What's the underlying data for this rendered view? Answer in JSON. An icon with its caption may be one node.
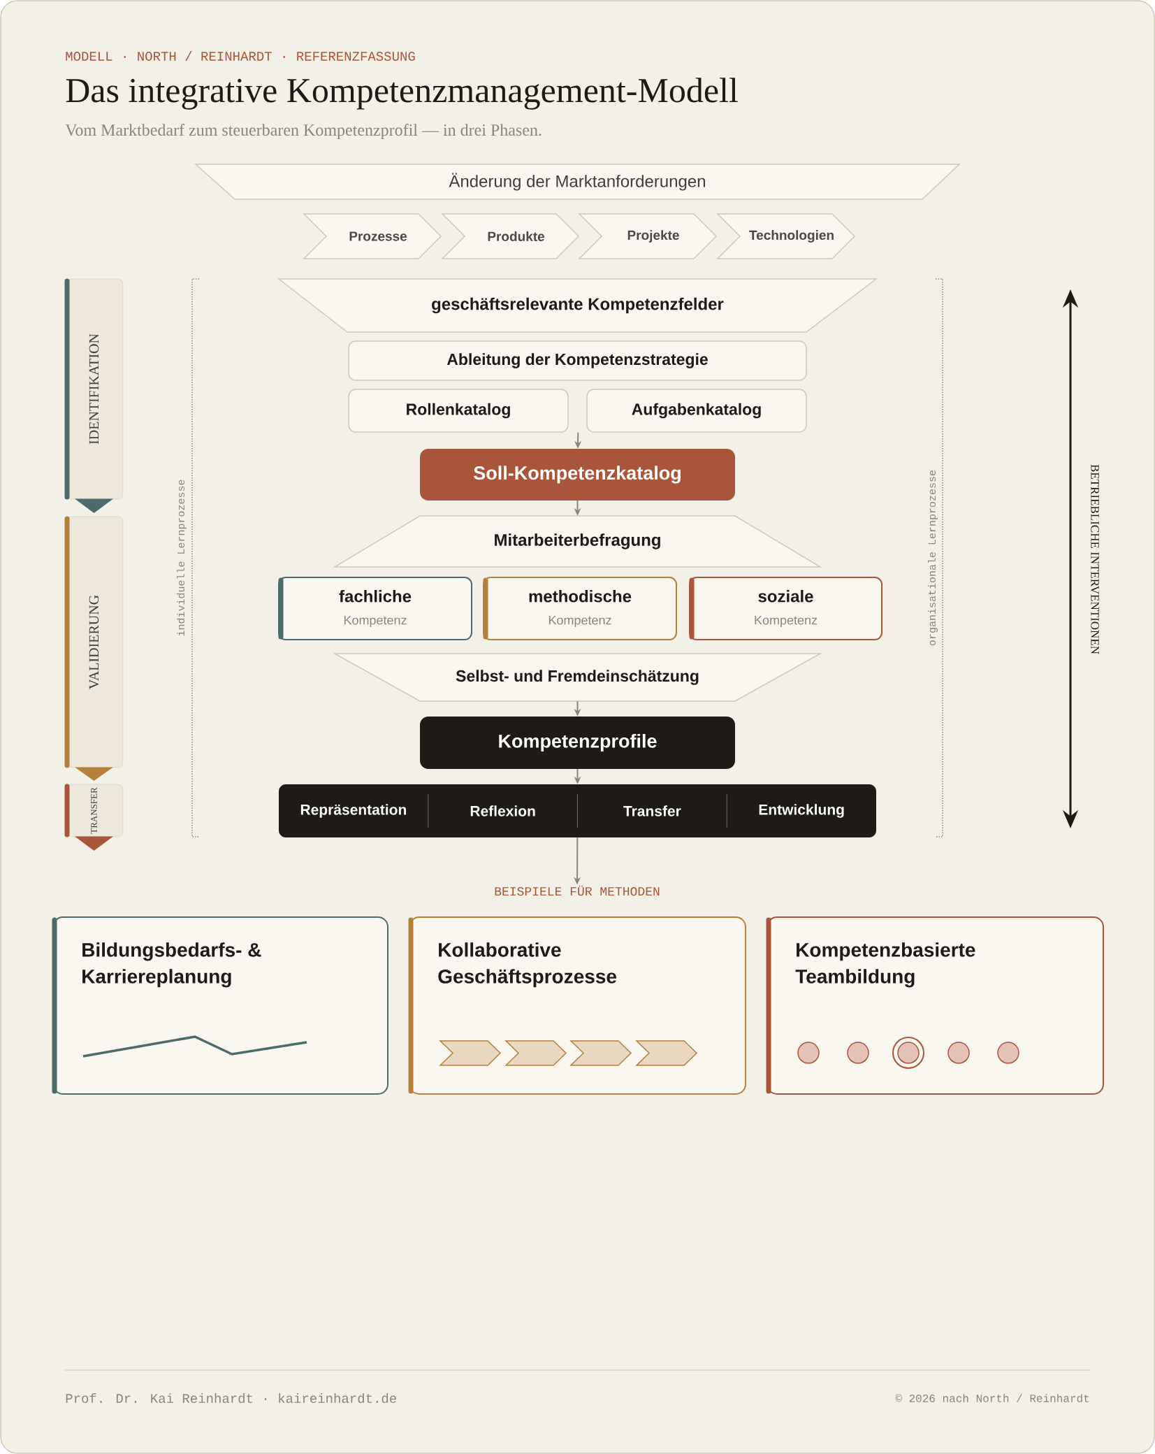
{
  "diagram": {
    "title": "Das integrative Kompetenzmanagement-Modell",
    "nodes": [
      {
        "text": [
          "Änderung der Marktanforderungen"
        ]
      },
      {
        "text": [
          "Prozesse"
        ]
      },
      {
        "text": [
          "Produkte"
        ]
      },
      {
        "text": [
          "Projekte"
        ]
      },
      {
        "text": [
          "Technologien"
        ]
      },
      {
        "text": [
          "IDENTIFIKATION"
        ]
      },
      {
        "text": [
          "VALIDIERUNG"
        ]
      },
      {
        "text": [
          "TRANSFER"
        ]
      },
      {
        "text": [
          "geschäftsrelevante Kompetenzfelder"
        ]
      },
      {
        "text": [
          "Ableitung der Kompetenzstrategie"
        ]
      },
      {
        "text": [
          "Rollenkatalog"
        ]
      },
      {
        "text": [
          "Aufgabenkatalog"
        ]
      },
      {
        "text": [
          "Soll-Kompetenzkatalog"
        ]
      },
      {
        "text": [
          "Mitarbeiterbefragung"
        ]
      },
      {
        "text": [
          "fachliche",
          "Kompetenz"
        ]
      },
      {
        "text": [
          "methodische",
          "Kompetenz"
        ]
      },
      {
        "text": [
          "soziale",
          "Kompetenz"
        ]
      },
      {
        "text": [
          "Selbst- und Fremdeinschätzung"
        ]
      },
      {
        "text": [
          "Kompetenzprofile"
        ]
      },
      {
        "text": [
          "Repräsentation",
          "Reflexion",
          "Transfer",
          "Entwicklung"
        ]
      },
      {
        "text": [
          "BEISPIELE FÜR METHODEN"
        ]
      },
      {
        "text": [
          "Bildungsbedarfs- & Karriereplanung"
        ]
      },
      {
        "text": [
          "Kollaborative Geschäftsprozesse"
        ]
      },
      {
        "text": [
          "Kompetenzbasierte Teambildung"
        ]
      }
    ],
    "edges": [
      {
        "from": 10,
        "to": 12,
        "arrow": "to"
      },
      {
        "from": 12,
        "to": 13,
        "arrow": "to"
      },
      {
        "from": 17,
        "to": 18,
        "arrow": "to"
      },
      {
        "from": 18,
        "to": 19,
        "arrow": "to"
      },
      {
        "from": 19,
        "to": 20,
        "arrow": "to"
      }
    ],
    "labels": [
      "MODELL · NORTH / REINHARDT · REFERENZFASSUNG",
      "Vom Marktbedarf zum steuerbaren Kompetenzprofil — in drei Phasen.",
      "individuelle Lernprozesse",
      "organisationale Lernprozesse",
      "BETRIEBLICHE INTERVENTIONEN",
      "Prof. Dr. Kai Reinhardt · kaireinhardt.de",
      "© 2026 nach North / Reinhardt"
    ]
  }
}
